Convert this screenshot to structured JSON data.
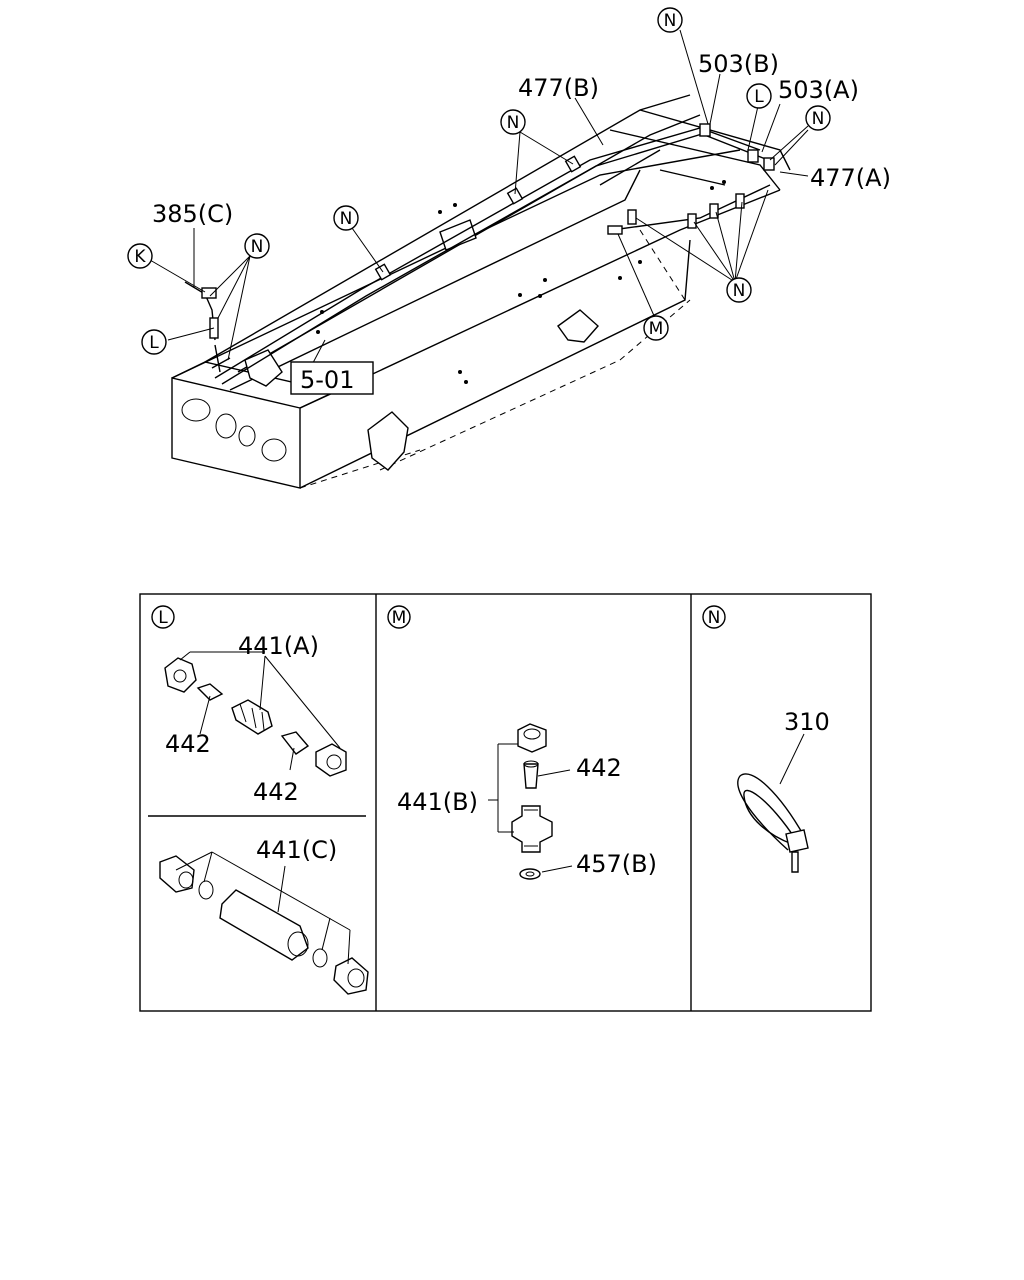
{
  "overview": {
    "ref_box": "5-01",
    "labels": {
      "l_477b": "477(B)",
      "l_503b": "503(B)",
      "l_503a": "503(A)",
      "l_477a": "477(A)",
      "l_385c": "385(C)"
    },
    "markers": {
      "n": "N",
      "l": "L",
      "k": "K",
      "m": "M"
    }
  },
  "panels": {
    "l": {
      "marker": "L",
      "top_labels": {
        "a": "441(A)",
        "b": "442",
        "c": "442"
      },
      "bottom_labels": {
        "a": "441(C)"
      }
    },
    "m": {
      "marker": "M",
      "labels": {
        "a": "441(B)",
        "b": "442",
        "c": "457(B)"
      }
    },
    "n": {
      "marker": "N",
      "labels": {
        "a": "310"
      }
    }
  }
}
